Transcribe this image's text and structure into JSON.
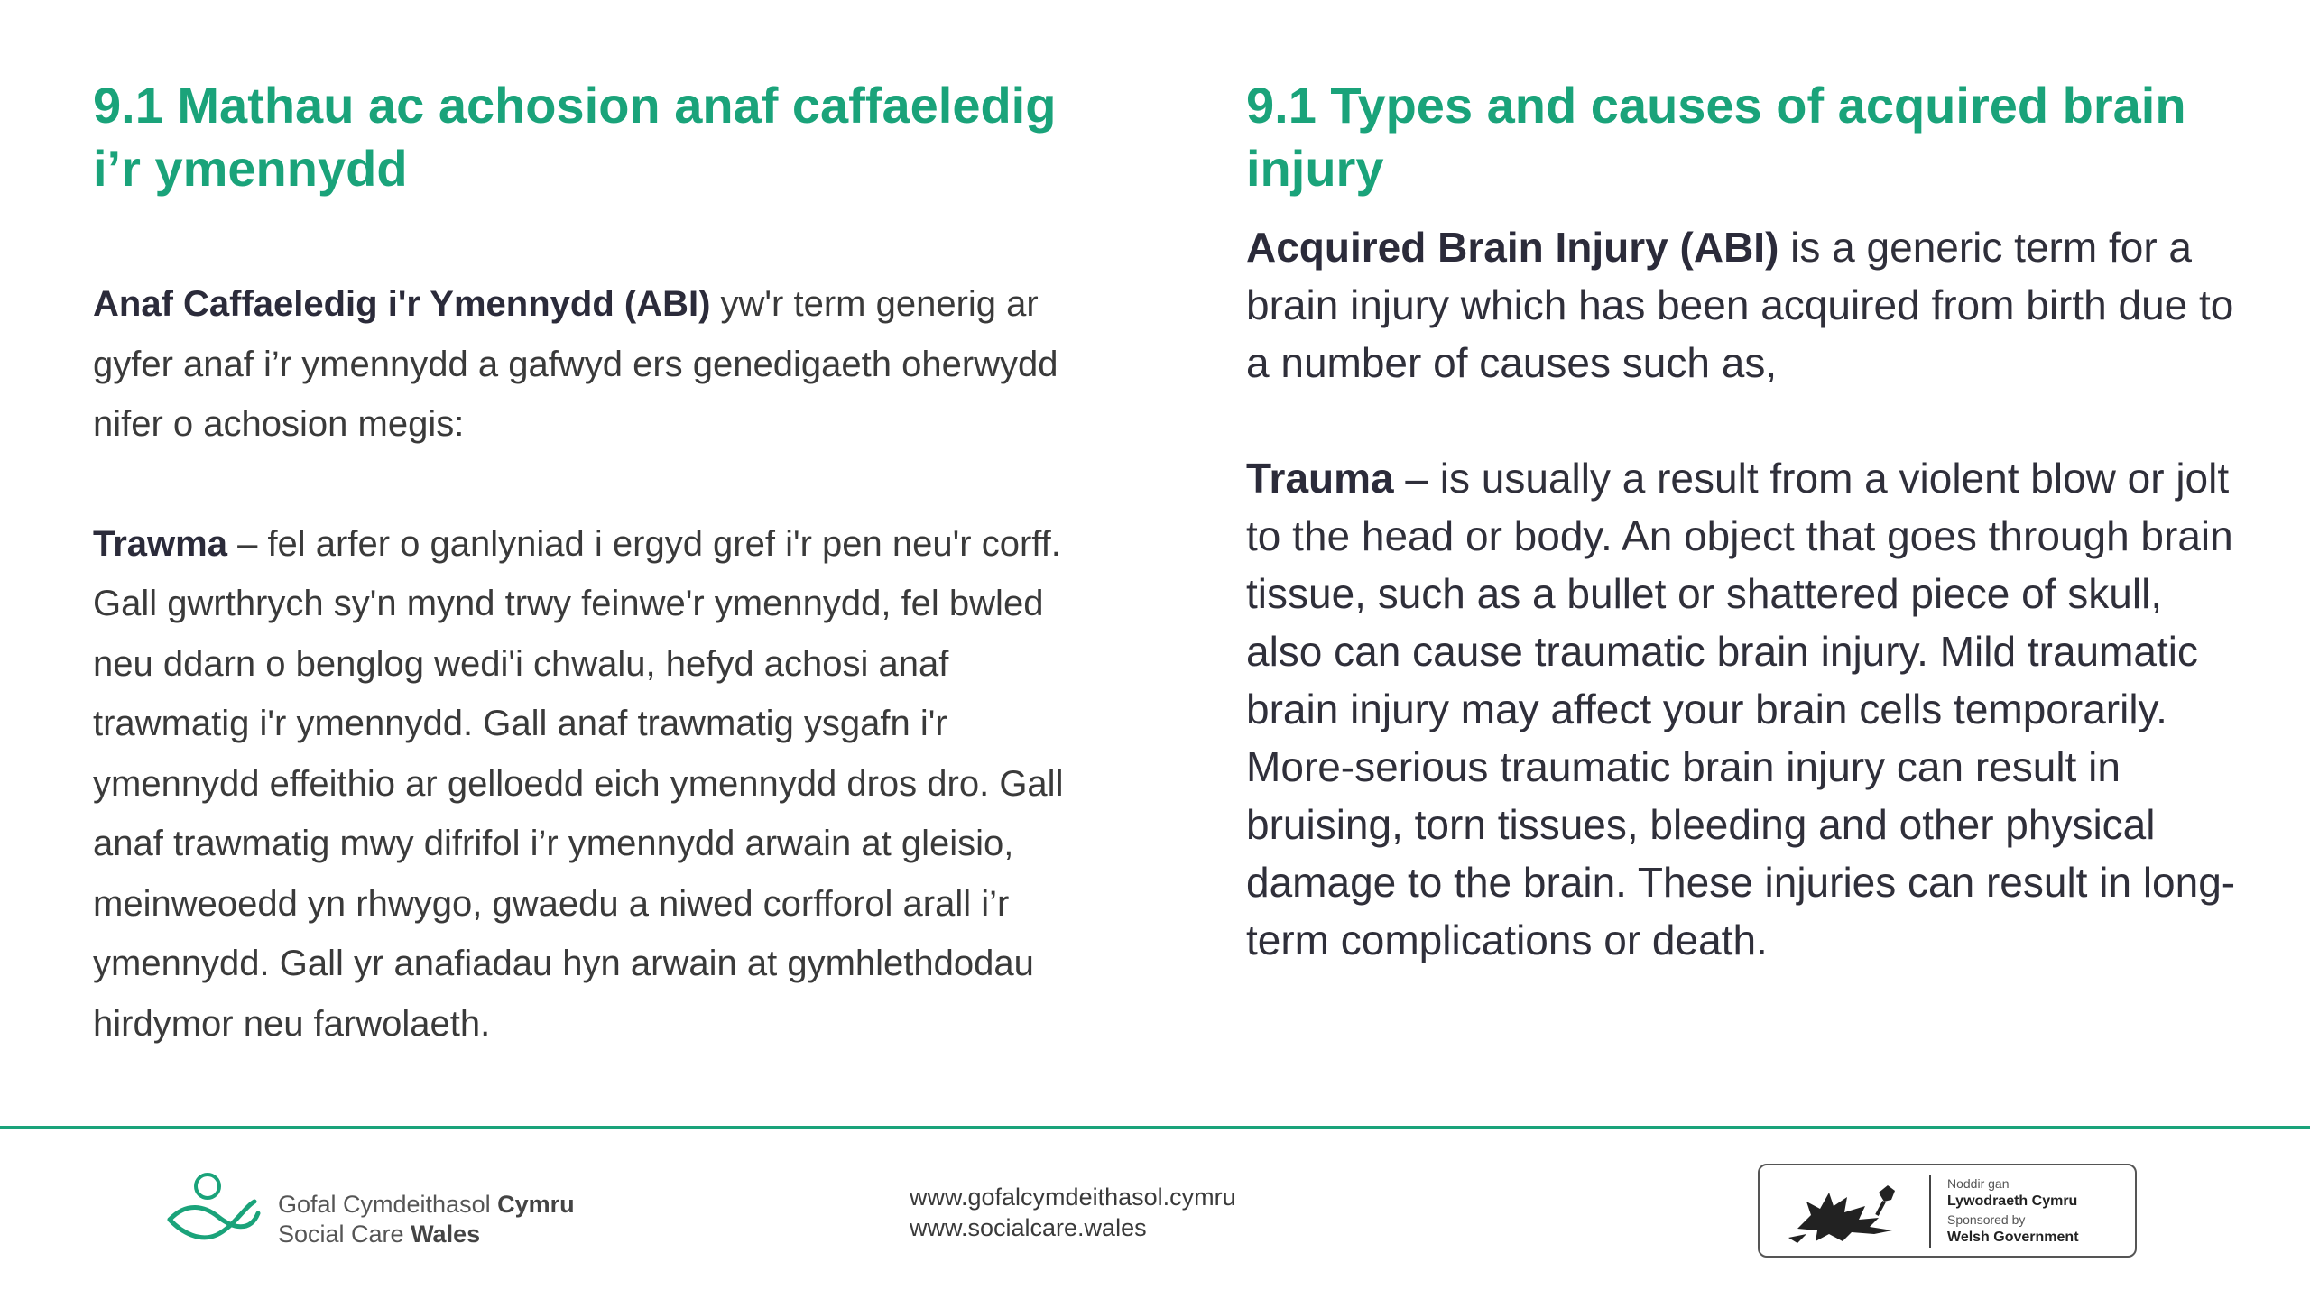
{
  "left": {
    "heading": "9.1 Mathau ac achosion anaf caffaeledig i’r ymennydd",
    "p1_bold": "Anaf Caffaeledig i'r Ymennydd (ABI)",
    "p1_rest": " yw'r term generig ar gyfer anaf i’r ymennydd a gafwyd ers genedigaeth oherwydd nifer o achosion megis:",
    "p2_bold": "Trawma",
    "p2_rest": " – fel arfer o ganlyniad i ergyd gref i'r pen neu'r corff. Gall gwrthrych sy'n mynd trwy feinwe'r ymennydd, fel bwled neu ddarn o benglog wedi'i chwalu, hefyd achosi anaf trawmatig i'r ymennydd. Gall anaf trawmatig ysgafn i'r ymennydd effeithio ar gelloedd eich ymennydd dros dro. Gall anaf trawmatig mwy difrifol i’r ymennydd arwain at gleisio, meinweoedd yn rhwygo, gwaedu a niwed corfforol arall i’r ymennydd. Gall yr anafiadau hyn arwain at gymhlethdodau hirdymor neu farwolaeth."
  },
  "right": {
    "heading": "9.1 Types and causes of acquired brain injury",
    "p1_bold": "Acquired Brain Injury (ABI)",
    "p1_rest": " is a generic term for a brain injury which has been acquired from birth due to a number of causes such as,",
    "p2_bold": "Trauma",
    "p2_rest": " – is usually a result from a violent blow or jolt to the head or body. An object that goes through brain tissue, such as a bullet or shattered piece of skull, also can cause traumatic brain injury. Mild traumatic brain injury may affect your brain cells temporarily. More-serious traumatic brain injury can result in bruising, torn tissues, bleeding and other physical damage to the brain. These injuries can result in long-term complications or death."
  },
  "footer": {
    "logo_line1_a": "Gofal Cymdeithasol ",
    "logo_line1_b": "Cymru",
    "logo_line2_a": "Social Care ",
    "logo_line2_b": "Wales",
    "url_welsh": "www.gofalcymdeithasol.cymru",
    "url_english": "www.socialcare.wales",
    "badge_line1": "Noddir gan",
    "badge_line2": "Lywodraeth Cymru",
    "badge_line3": "Sponsored by",
    "badge_line4": "Welsh Government"
  },
  "colors": {
    "accent": "#1aa37a",
    "text": "#333333"
  }
}
